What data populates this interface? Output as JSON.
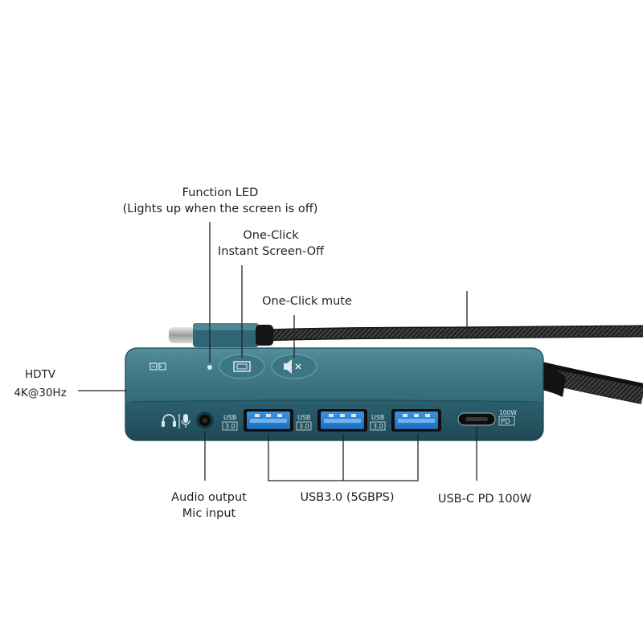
{
  "callouts": {
    "function_led": {
      "line1": "Function LED",
      "line2": "(Lights up when the screen is off)"
    },
    "screen_off": {
      "line1": "One-Click",
      "line2": "Instant Screen-Off"
    },
    "mute": {
      "line1": "One-Click mute"
    },
    "hdtv": {
      "line1": "HDTV",
      "line2": "4K@30Hz"
    },
    "audio": {
      "line1": "Audio output",
      "line2": "Mic input"
    },
    "usb3": {
      "line1": "USB3.0 (5GBPS)"
    },
    "usbc_pd": {
      "line1": "USB-C PD 100W"
    }
  },
  "device": {
    "usb_port_labels": [
      {
        "top": "USB",
        "bottom": "3.0"
      },
      {
        "top": "USB",
        "bottom": "3.0"
      },
      {
        "top": "USB",
        "bottom": "3.0"
      }
    ],
    "pd_label": {
      "top": "100W",
      "bottom": "PD"
    },
    "colors": {
      "body": "#2e6472",
      "port_blue": "#2d7fd0",
      "cable": "#2a2a2a"
    },
    "icons": [
      "screen-off-icon",
      "mute-icon",
      "headphone-icon",
      "mic-icon",
      "brand-logo-icon"
    ]
  }
}
